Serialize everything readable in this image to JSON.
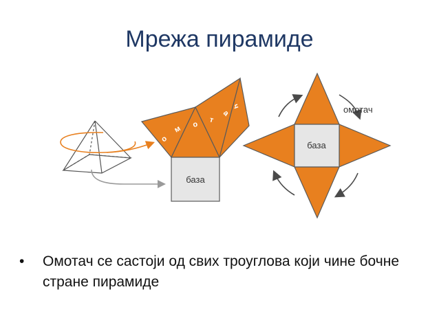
{
  "slide": {
    "title": "Мрежа пирамиде",
    "bullet_symbol": "•",
    "bullet_text": "Омотач се састоји од свих троуглова који чине бочне стране пирамиде"
  },
  "figure": {
    "unfolded_base_label": "база",
    "net_base_label": "база",
    "net_lateral_label": "омотач",
    "curved_lateral_letters": [
      "о",
      "м",
      "о",
      "т",
      "а",
      "ч"
    ],
    "colors": {
      "face": "#e8801f",
      "base": "#e6e6e6",
      "outline": "#5a5a5a",
      "arrow": "#4a4a4a",
      "ring": "#e8801f"
    }
  }
}
